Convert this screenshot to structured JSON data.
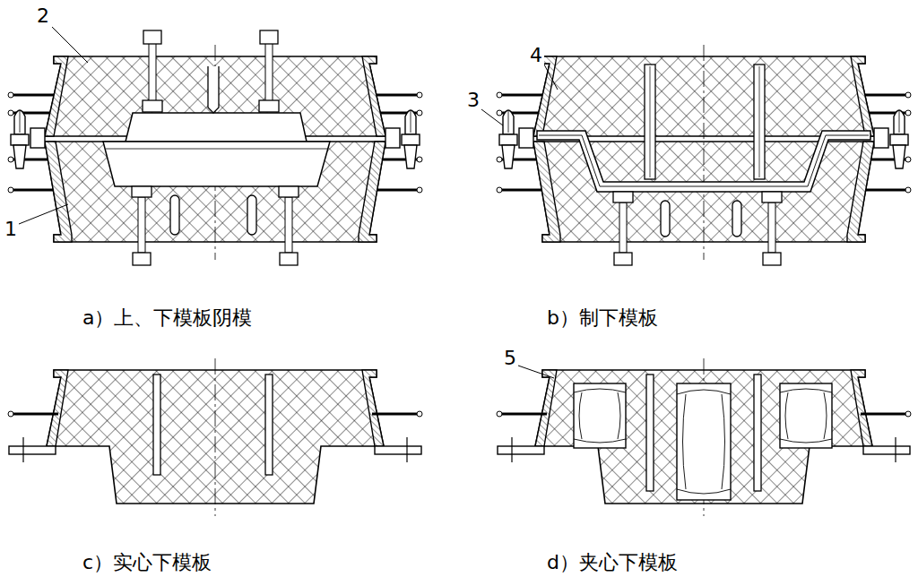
{
  "diagram": {
    "labels": [
      "2",
      "4",
      "3",
      "1",
      "a）上、下模板阴模",
      "b）制下模板",
      "5",
      "c）实心下模板",
      "d）夹心下模板"
    ]
  }
}
